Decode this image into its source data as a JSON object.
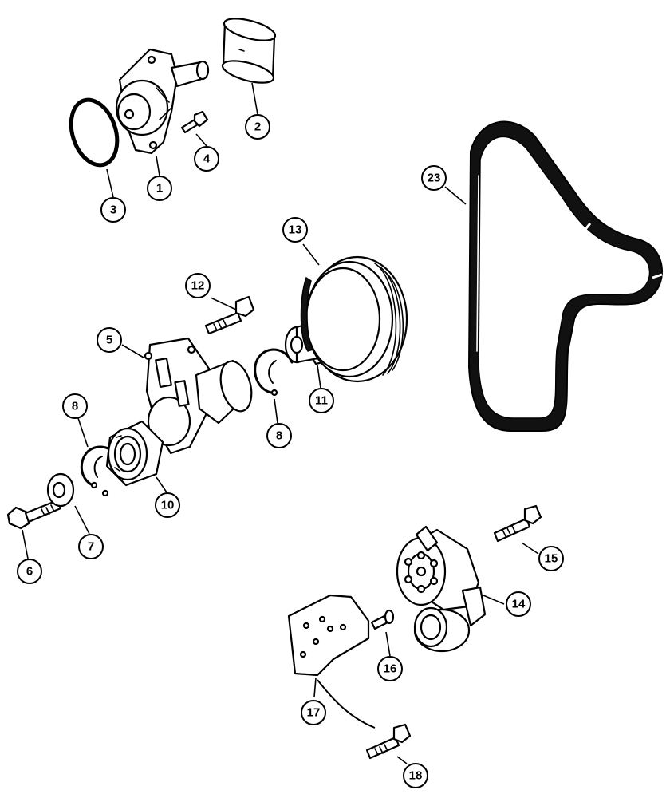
{
  "colors": {
    "ink": "#000000",
    "background": "#ffffff"
  },
  "callouts": [
    {
      "id": "1",
      "label": "1"
    },
    {
      "id": "2",
      "label": "2"
    },
    {
      "id": "3",
      "label": "3"
    },
    {
      "id": "4",
      "label": "4"
    },
    {
      "id": "5",
      "label": "5"
    },
    {
      "id": "6",
      "label": "6"
    },
    {
      "id": "7",
      "label": "7"
    },
    {
      "id": "8a",
      "label": "8"
    },
    {
      "id": "8b",
      "label": "8"
    },
    {
      "id": "10",
      "label": "10"
    },
    {
      "id": "11",
      "label": "11"
    },
    {
      "id": "12",
      "label": "12"
    },
    {
      "id": "13",
      "label": "13"
    },
    {
      "id": "14",
      "label": "14"
    },
    {
      "id": "15",
      "label": "15"
    },
    {
      "id": "16",
      "label": "16"
    },
    {
      "id": "17",
      "label": "17"
    },
    {
      "id": "18",
      "label": "18"
    },
    {
      "id": "23",
      "label": "23"
    }
  ]
}
